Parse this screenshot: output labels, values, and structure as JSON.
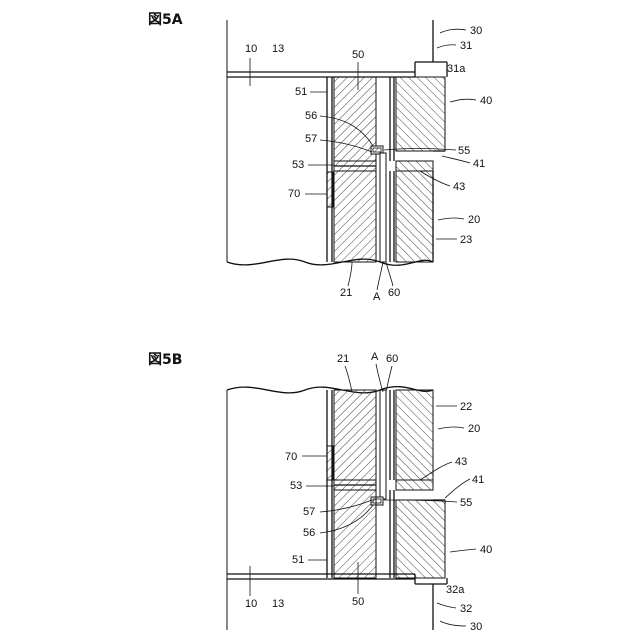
{
  "figure_a": {
    "title": "図5A",
    "labels": {
      "l30": "30",
      "l31": "31",
      "l31a": "31a",
      "l10": "10",
      "l13": "13",
      "l50": "50",
      "l51": "51",
      "l40": "40",
      "l56": "56",
      "l57": "57",
      "l55": "55",
      "l53": "53",
      "l41": "41",
      "l43": "43",
      "l70": "70",
      "l20": "20",
      "l23": "23",
      "l21": "21",
      "lA": "A",
      "l60": "60"
    }
  },
  "figure_b": {
    "title": "図5B",
    "labels": {
      "l21": "21",
      "lA": "A",
      "l60": "60",
      "l22": "22",
      "l20": "20",
      "l70": "70",
      "l43": "43",
      "l41": "41",
      "l53": "53",
      "l55": "55",
      "l57": "57",
      "l56": "56",
      "l51": "51",
      "l40": "40",
      "l32a": "32a",
      "l10": "10",
      "l13": "13",
      "l50": "50",
      "l32": "32",
      "l30": "30"
    }
  },
  "colors": {
    "line": "#111111",
    "background": "#ffffff",
    "hatch": "#333333"
  }
}
